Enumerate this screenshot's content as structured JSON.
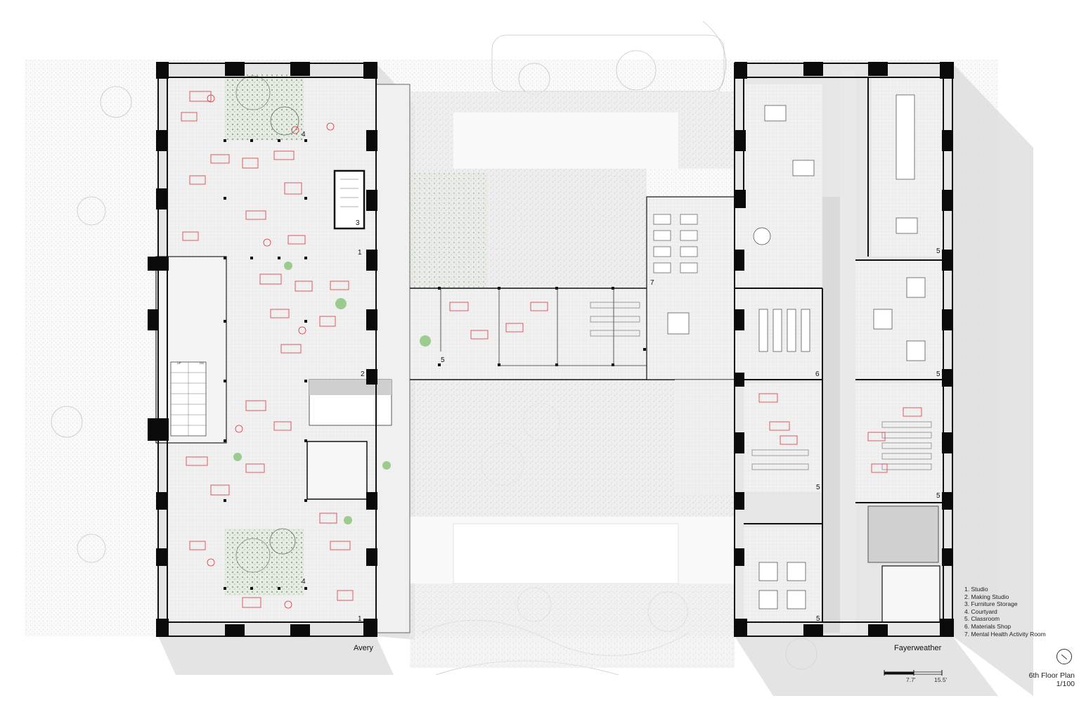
{
  "rooms": {
    "studio": "1",
    "making_studio": "2",
    "furniture_storage": "3",
    "courtyard": "4",
    "classroom": "5",
    "materials_shop": "6",
    "mental_health": "7"
  },
  "buildings": {
    "left": "Avery",
    "right": "Fayerweather"
  },
  "legend": [
    "1.  Studio",
    "2.  Making Studio",
    "3.  Furniture Storage",
    "4.  Courtyard",
    "5.  Classroom",
    "6.  Materials Shop",
    "7.  Mental Health Activity Room"
  ],
  "title": {
    "name": "6th Floor Plan",
    "scale": "1/100"
  },
  "scale_bar": {
    "mid": "7.7'",
    "end": "15.5'"
  },
  "stair_marks": {
    "up": "UP",
    "dn": "DN"
  },
  "colors": {
    "wall": "#0a0a0a",
    "floor": "#f2f2f2",
    "furniture": "#d9353a",
    "shadow": "#d4d4d4",
    "planting": "#5d8c4e"
  }
}
